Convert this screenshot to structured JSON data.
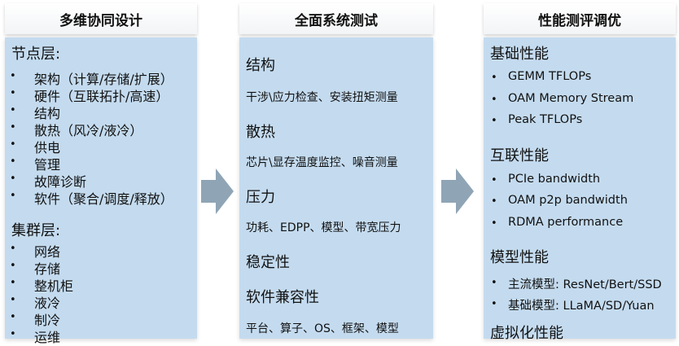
{
  "col1": {
    "title": "多维协同设计",
    "section1": "节点层:",
    "items1": [
      "架构（计算/存储/扩展）",
      "硬件（互联拓扑/高速）",
      "结构",
      "散热（风冷/液冷）",
      "供电",
      "管理",
      "故障诊断",
      "软件（聚合/调度/释放）"
    ],
    "section2": "集群层:",
    "items2": [
      "网络",
      "存储",
      "整机柜",
      "液冷",
      "制冷",
      "运维"
    ]
  },
  "col2": {
    "title": "全面系统测试",
    "h1": "结构",
    "d1": "干涉\\应力检查、安装扭矩测量",
    "h2": "散热",
    "d2": "芯片\\显存温度监控、噪音测量",
    "h3": "压力",
    "d3": "功耗、EDPP、模型、带宽压力",
    "h4": "稳定性",
    "h5": "软件兼容性",
    "d5": "平台、算子、OS、框架、模型"
  },
  "col3": {
    "title": "性能测评调优",
    "s1": "基础性能",
    "i1": [
      "GEMM TFLOPs",
      "OAM Memory Stream",
      "Peak TFLOPs"
    ],
    "s2": "互联性能",
    "i2": [
      "PCIe bandwidth",
      "OAM p2p bandwidth",
      "RDMA performance"
    ],
    "s3": "模型性能",
    "i3": [
      "主流模型: ResNet/Bert/SSD",
      "基础模型: LLaMA/SD/Yuan"
    ],
    "s4": "虚拟化性能"
  },
  "bullet": "•",
  "colors": {
    "panel": "#c4dbef",
    "arrow": "#8fa5b6"
  }
}
